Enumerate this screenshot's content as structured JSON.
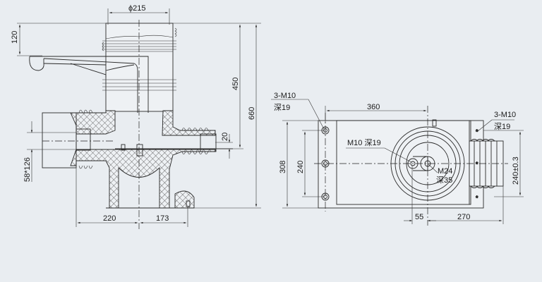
{
  "side_view": {
    "dim_diameter": "ϕ215",
    "dim_top": "120",
    "dim_450": "450",
    "dim_660": "660",
    "dim_20": "20",
    "dim_bore": "58*126",
    "dim_220": "220",
    "dim_173": "173"
  },
  "top_view": {
    "dim_360": "360",
    "dim_308": "308",
    "dim_240": "240",
    "dim_240_tol": "240±0.3",
    "dim_55": "55",
    "dim_270": "270",
    "label_left_holes": "3-M10",
    "label_left_depth": "深19",
    "label_right_holes": "3-M10",
    "label_right_depth": "深19",
    "label_center_hole": "M10 深19",
    "label_stud": "M24",
    "label_stud_depth": "深35"
  },
  "colors": {
    "background": "#e9edf1",
    "line": "#2a2a2a"
  }
}
